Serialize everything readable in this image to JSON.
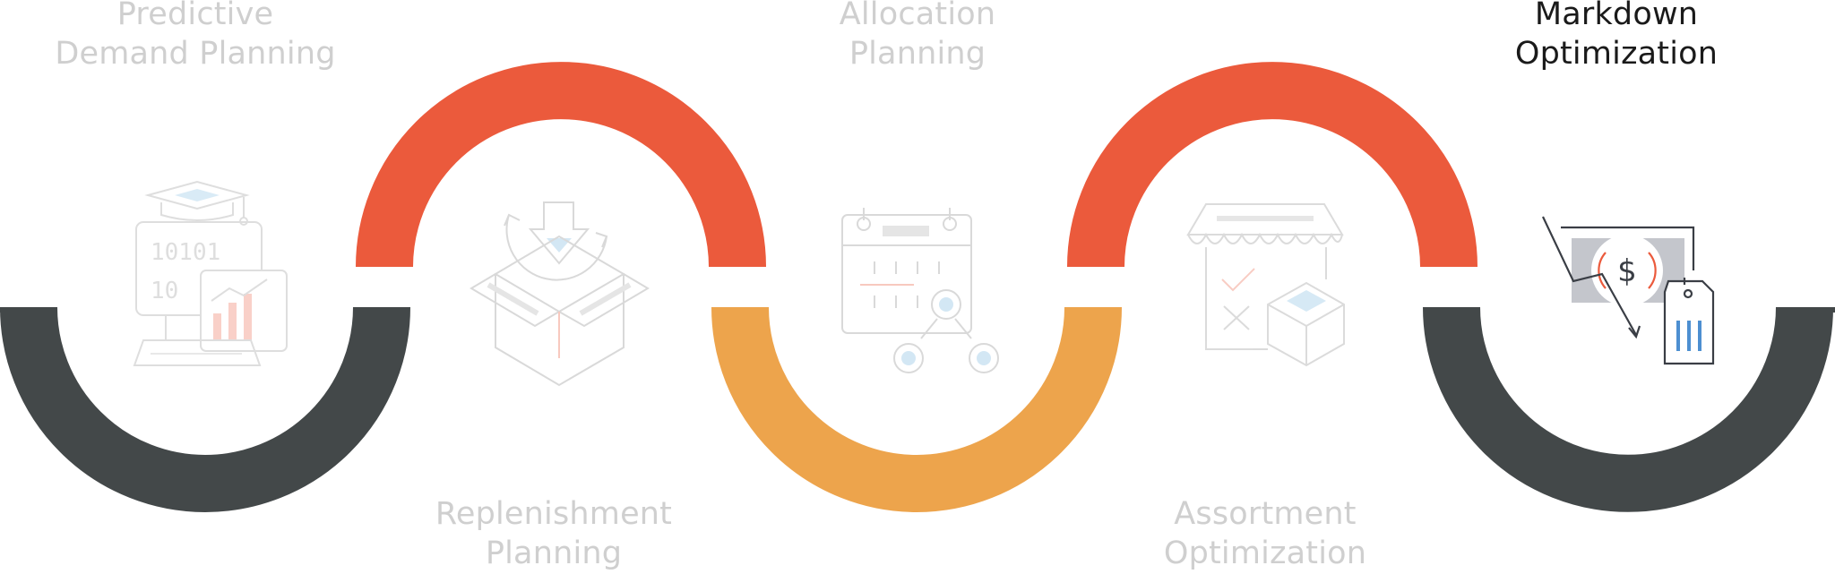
{
  "steps": [
    {
      "line1": "Predictive",
      "line2": "Demand Planning",
      "active": false
    },
    {
      "line1": "Replenishment",
      "line2": "Planning",
      "active": false
    },
    {
      "line1": "Allocation",
      "line2": "Planning",
      "active": false
    },
    {
      "line1": "Assortment",
      "line2": "Optimization",
      "active": false
    },
    {
      "line1": "Markdown",
      "line2": "Optimization",
      "active": true
    }
  ],
  "icons": [
    "graduation-cap-data-icon",
    "inbound-box-icon",
    "calendar-network-icon",
    "storefront-assortment-icon",
    "price-tag-markdown-icon"
  ],
  "colors": {
    "dark_arc": "#434849",
    "red_arc": "#eb5a3c",
    "orange_arc": "#eda44c",
    "inactive_text": "#cfcfcf",
    "active_text": "#1a1a1a"
  }
}
